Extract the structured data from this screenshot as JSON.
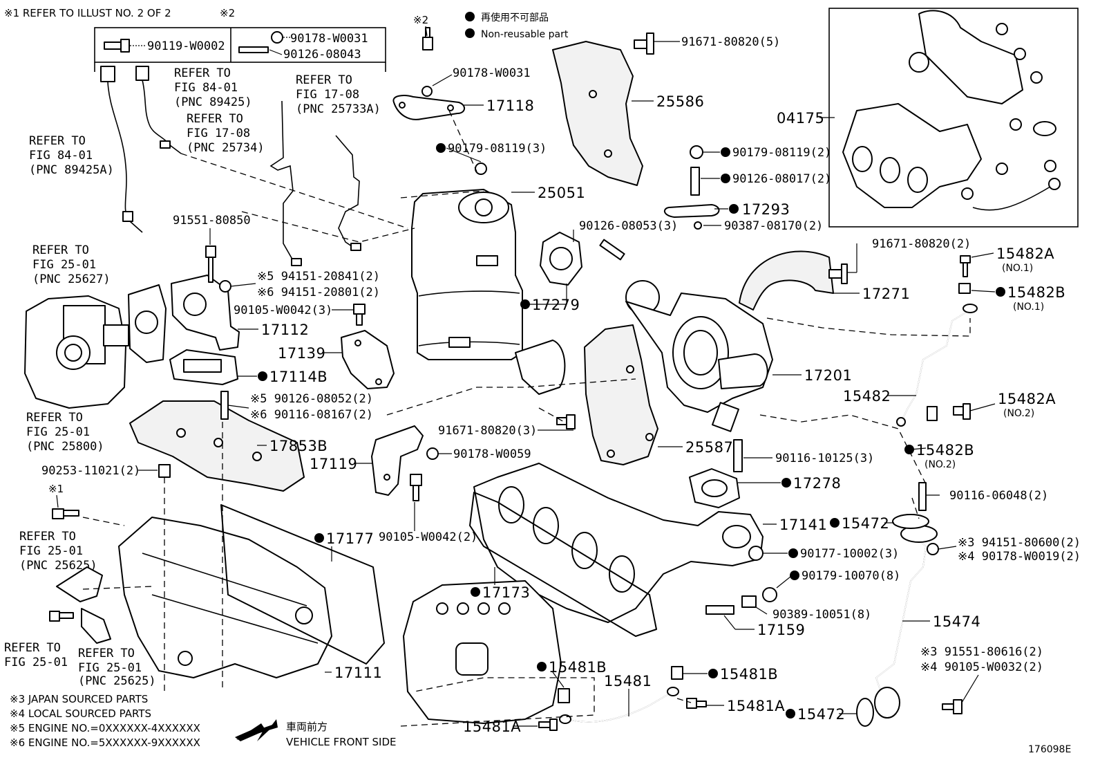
{
  "notes": {
    "n1": "※1  REFER TO ILLUST NO. 2 OF 2",
    "n2": "※2",
    "legend_jp": "再使用不可部品",
    "legend_en": "Non-reusable part",
    "n3": "※3  JAPAN SOURCED PARTS",
    "n4": "※4  LOCAL SOURCED PARTS",
    "n5": "※5 ENGINE NO.=0XXXXXX-4XXXXXX",
    "n6": "※6 ENGINE NO.=5XXXXXX-9XXXXXX",
    "front_jp": "車両前方",
    "front_en": "VEHICLE FRONT SIDE",
    "fig_id": "176098E"
  },
  "box_parts": {
    "b1": "90119-W0002",
    "b2": "90178-W0031",
    "b3": "90126-08043"
  },
  "refs": {
    "r1": [
      "REFER TO",
      "FIG 84-01",
      "(PNC 89425)"
    ],
    "r2": [
      "REFER TO",
      "FIG 17-08",
      "(PNC 25733A)"
    ],
    "r3": [
      "REFER TO",
      "FIG 17-08",
      "(PNC 25734)"
    ],
    "r4": [
      "REFER TO",
      "FIG 84-01",
      "(PNC 89425A)"
    ],
    "r5": [
      "REFER TO",
      "FIG 25-01",
      "(PNC 25627)"
    ],
    "r6": [
      "REFER TO",
      "FIG 25-01",
      "(PNC 25800)"
    ],
    "r7": [
      "REFER TO",
      "FIG 25-01",
      "(PNC 25625)"
    ],
    "r8": [
      "REFER TO",
      "FIG 25-01"
    ],
    "r9": [
      "REFER TO",
      "FIG 25-01",
      "(PNC 25625)"
    ]
  },
  "labels": {
    "s2b": "※2",
    "p90178W0031": "90178-W0031",
    "p17118": "17118",
    "p90179_08119_3": "90179-08119(3)",
    "p25051": "25051",
    "p91671_80820_5": "91671-80820(5)",
    "p25586": "25586",
    "p04175": "04175",
    "p90179_08119_2": "90179-08119(2)",
    "p90126_08017_2": "90126-08017(2)",
    "p17293": "17293",
    "p90387_08170_2": "90387-08170(2)",
    "p90126_08053_3": "90126-08053(3)",
    "p91551_80850": "91551-80850",
    "s5a": "※5 94151-20841(2)",
    "s6a": "※6 94151-20801(2)",
    "p90105W0042_3": "90105-W0042(3)",
    "p17279": "17279",
    "p17112": "17112",
    "p17139": "17139",
    "p17114B": "17114B",
    "p91671_80820_2": "91671-80820(2)",
    "p15482A": "15482A",
    "no1": "(NO.1)",
    "p15482B": "15482B",
    "no1b": "(NO.1)",
    "p17271": "17271",
    "p17201": "17201",
    "p15482": "15482",
    "p15482A2": "15482A",
    "no2": "(NO.2)",
    "s5b": "※5 90126-08052(2)",
    "s6b": "※6 90116-08167(2)",
    "p17853B": "17853B",
    "p91671_80820_3": "91671-80820(3)",
    "p17119": "17119",
    "p90178W0059": "90178-W0059",
    "p25587": "25587",
    "p90116_10125_3": "90116-10125(3)",
    "p15482B2": "15482B",
    "no2b": "(NO.2)",
    "p90253_11021_2": "90253-11021(2)",
    "p17278": "17278",
    "s1": "※1",
    "p90116_06048_2": "90116-06048(2)",
    "p90105W0042_2": "90105-W0042(2)",
    "p17141": "17141",
    "p15472a": "15472",
    "p17177": "17177",
    "s3a": "※3 94151-80600(2)",
    "s4a": "※4 90178-W0019(2)",
    "p90177_10002_3": "90177-10002(3)",
    "p90179_10070_8": "90179-10070(8)",
    "p17173": "17173",
    "p90389_10051_8": "90389-10051(8)",
    "p15474": "15474",
    "p17159": "17159",
    "s3b": "※3 91551-80616(2)",
    "s4b": "※4 90105-W0032(2)",
    "p17111": "17111",
    "p15481B": "15481B",
    "p15481": "15481",
    "p15481B2": "15481B",
    "p15481A": "15481A",
    "p15481A2": "15481A",
    "p15472b": "15472"
  }
}
